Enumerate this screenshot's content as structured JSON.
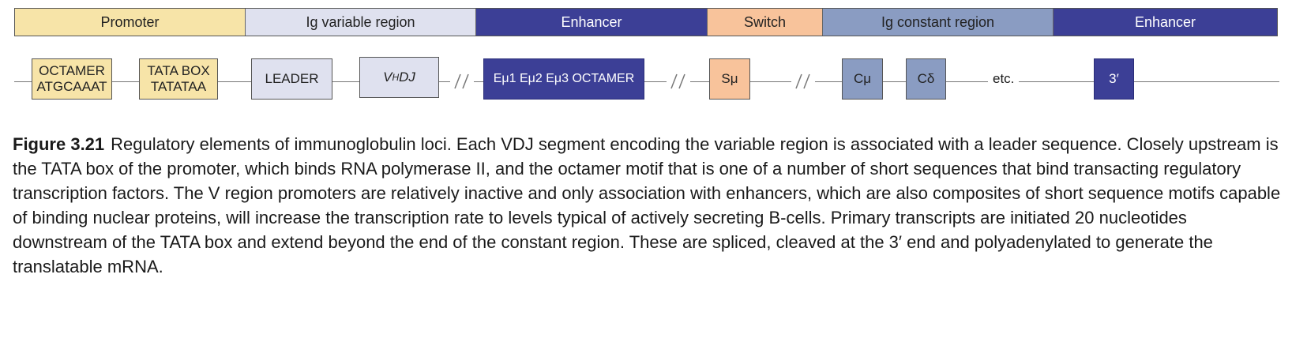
{
  "regions": {
    "promoter": "Promoter",
    "ig_variable": "Ig variable region",
    "enhancer_1": "Enhancer",
    "switch": "Switch",
    "ig_constant": "Ig constant region",
    "enhancer_2": "Enhancer"
  },
  "elements": {
    "octamer": {
      "line1": "OCTAMER",
      "line2": "ATGCAAAT"
    },
    "tata_box": {
      "line1": "TATA BOX",
      "line2": "TATATAA"
    },
    "leader": "LEADER",
    "vhdj": {
      "v": "V",
      "sub": "H",
      "rest": "DJ"
    },
    "emu_enhancer": "Eμ1 Eμ2 Eμ3 OCTAMER",
    "s_mu": "Sμ",
    "c_mu": "Cμ",
    "c_delta": "Cδ",
    "etc": "etc.",
    "three_prime": "3′"
  },
  "caption": {
    "label": "Figure 3.21",
    "text": "Regulatory elements of immunoglobulin loci. Each VDJ segment encoding the variable region is associated with a leader sequence. Closely upstream is the TATA box of the promoter, which binds RNA polymerase II, and the octamer motif that is one of a number of short sequences that bind transacting regulatory transcription factors. The V region promoters are relatively inactive and only association with enhancers, which are also composites of short sequence motifs capable of binding nuclear proteins, will increase the transcription rate to levels typical of actively secreting B-cells. Primary transcripts are initiated 20 nucleotides downstream of the TATA box and extend beyond the end of the constant region. These are spliced, cleaved at the 3′ end and polyadenylated to generate the translatable mRNA."
  },
  "colors": {
    "promoter": "#f7e4a8",
    "variable": "#dfe1ef",
    "enhancer": "#3c3f96",
    "switch": "#f8c39b",
    "constant": "#8a9cc2"
  }
}
